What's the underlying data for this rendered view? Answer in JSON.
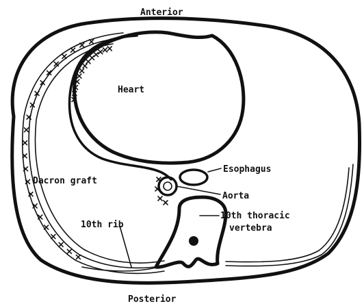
{
  "labels": {
    "anterior": "Anterior",
    "posterior": "Posterior",
    "heart": "Heart",
    "dacron_graft": "Dacron graft",
    "esophagus": "Esophagus",
    "aorta": "Aorta",
    "vertebra_line1": "10th thoracic",
    "vertebra_line2": "vertebra",
    "rib": "10th rib"
  }
}
